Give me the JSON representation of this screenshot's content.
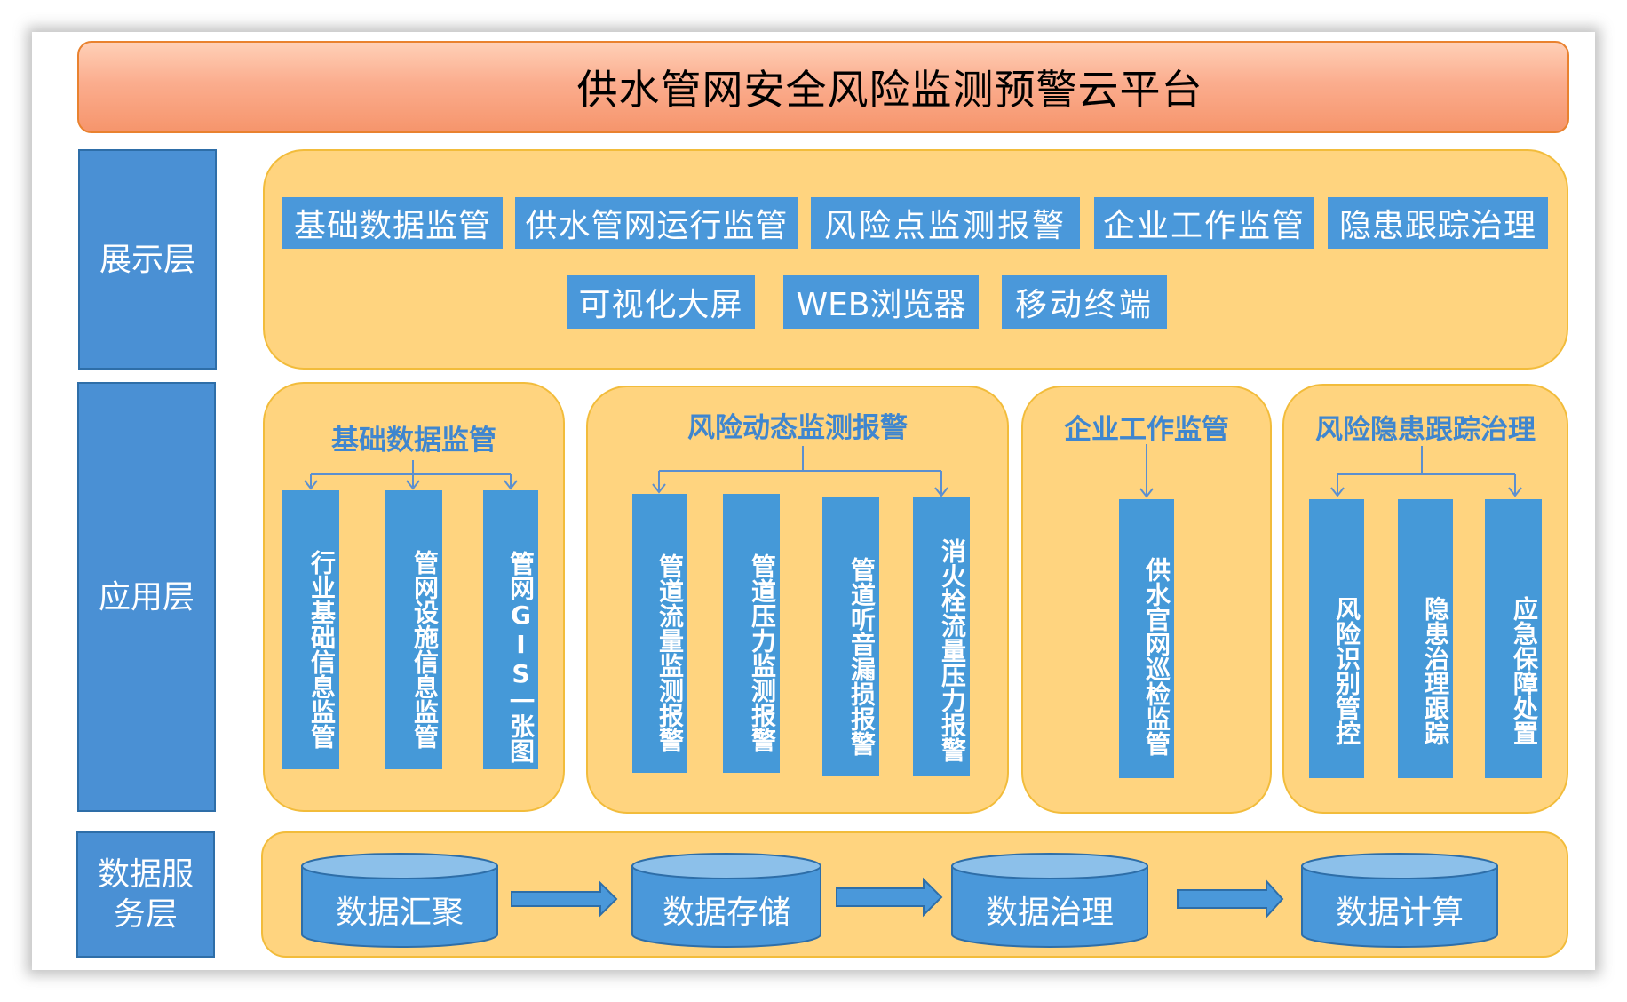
{
  "title": "供水管网安全风险监测预警云平台",
  "layers": {
    "display": "展示层",
    "application": "应用层",
    "data": "数据服\n务层"
  },
  "display_items_row1": [
    "基础数据监管",
    "供水管网运行监管",
    "风险点监测报警",
    "企业工作监管",
    "隐患跟踪治理"
  ],
  "display_items_row2": [
    "可视化大屏",
    "WEB浏览器",
    "移动终端"
  ],
  "groups": [
    {
      "title": "基础数据监管",
      "items": [
        "行业基础信息监管",
        "管网设施信息监管",
        "管网GIS一张图"
      ]
    },
    {
      "title": "风险动态监测报警",
      "items": [
        "管道流量监测报警",
        "管道压力监测报警",
        "管道听音漏损报警",
        "消火栓流量压力报警"
      ]
    },
    {
      "title": "企业工作监管",
      "items": [
        "供水官网巡检监管"
      ]
    },
    {
      "title": "风险隐患跟踪治理",
      "items": [
        "风险识别管控",
        "隐患治理跟踪",
        "应急保障处置"
      ]
    }
  ],
  "data_flow": [
    "数据汇聚",
    "数据存储",
    "数据治理",
    "数据计算"
  ],
  "colors": {
    "title_fill": "#f9a77f",
    "panel_fill": "#ffd47f",
    "panel_border": "#f2bc3b",
    "box_fill": "#4a98da",
    "connector": "#5b8fd0"
  }
}
